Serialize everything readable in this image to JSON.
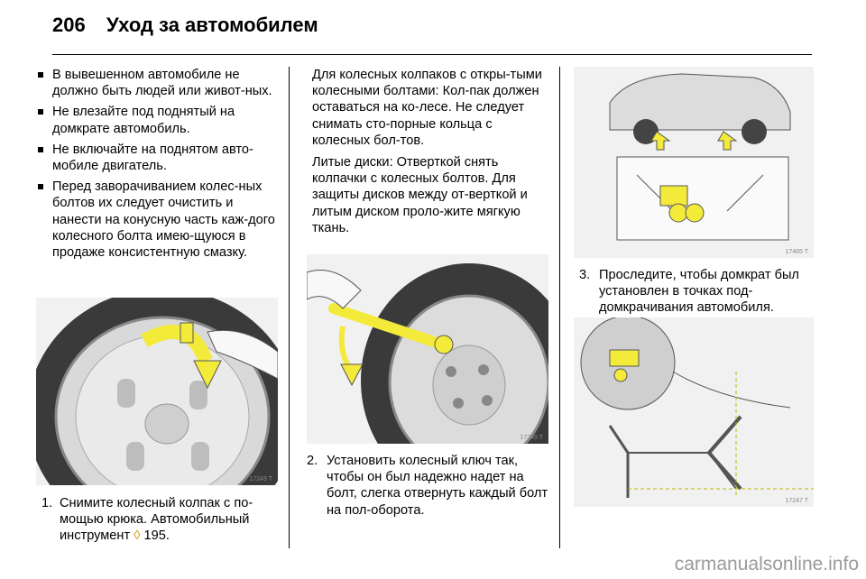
{
  "header": {
    "page_number": "206",
    "title": "Уход за автомобилем"
  },
  "col1": {
    "bullets": [
      "В вывешенном автомобиле не должно быть людей или живот-ных.",
      "Не влезайте под поднятый на домкрате автомобиль.",
      "Не включайте на поднятом авто-мобиле двигатель.",
      "Перед заворачиванием колес-ных болтов их следует очистить и нанести на конусную часть каж-дого колесного болта имею-щуюся в продаже консистентную смазку."
    ],
    "figure_code": "17243 T",
    "step_num": "1.",
    "step_text_a": "Снимите колесный колпак с по-мощью крюка. Автомобильный инструмент",
    "step_ref_symbol": "◊",
    "step_text_b": "195."
  },
  "col2": {
    "para1": "Для колесных колпаков с откры-тыми колесными болтами: Кол-пак должен оставаться на ко-лесе. Не следует снимать сто-порные кольца с колесных бол-тов.",
    "para2": "Литые диски: Отверткой снять колпачки с колесных болтов. Для защиты дисков между от-верткой и литым диском проло-жите мягкую ткань.",
    "figure_code": "17245 T",
    "step_num": "2.",
    "step_text": "Установить колесный ключ так, чтобы он был надежно надет на болт, слегка отвернуть каждый болт на пол-оборота."
  },
  "col3": {
    "figure1_code": "17465 T",
    "step_num": "3.",
    "step_text": "Проследите, чтобы домкрат был установлен в точках под-домкрачивания автомобиля.",
    "figure2_code": "17247 T"
  },
  "watermark": "carmanualsonline.info",
  "colors": {
    "accent_yellow": "#f4ea3a",
    "figure_bg": "#f1f1f1"
  }
}
